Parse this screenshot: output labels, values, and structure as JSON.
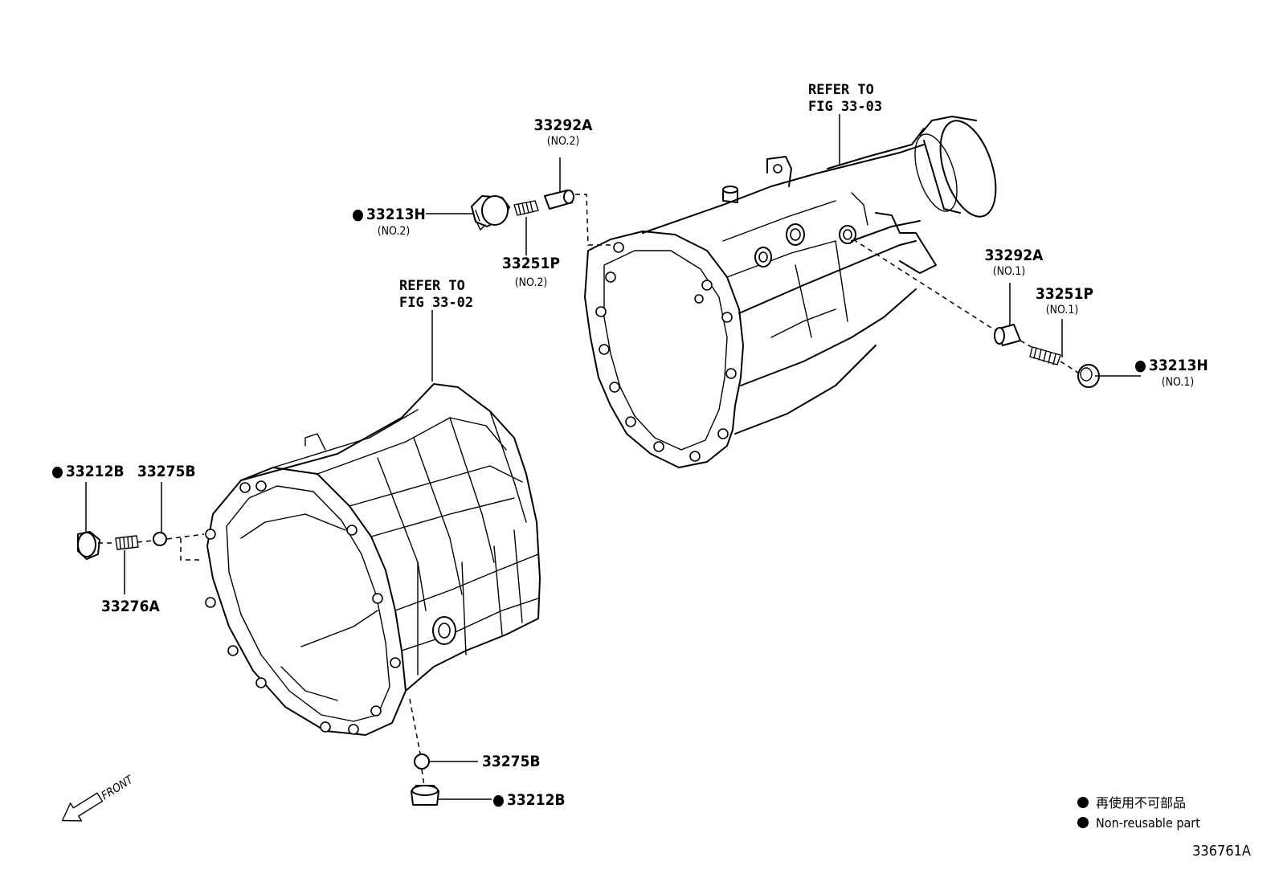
{
  "labels": {
    "p33292a_no2": {
      "part": "33292A",
      "sub": "(NO.2)"
    },
    "p33213h_no2": {
      "part": "33213H",
      "sub": "(NO.2)",
      "nonreusable": true
    },
    "p33251p_no2": {
      "part": "33251P",
      "sub": "(NO.2)"
    },
    "p33292a_no1": {
      "part": "33292A",
      "sub": "(NO.1)"
    },
    "p33251p_no1": {
      "part": "33251P",
      "sub": "(NO.1)"
    },
    "p33213h_no1": {
      "part": "33213H",
      "sub": "(NO.1)",
      "nonreusable": true
    },
    "p33212b_left": {
      "part": "33212B",
      "nonreusable": true
    },
    "p33275b_left": {
      "part": "33275B"
    },
    "p33276a": {
      "part": "33276A"
    },
    "p33275b_bottom": {
      "part": "33275B"
    },
    "p33212b_bottom": {
      "part": "33212B",
      "nonreusable": true
    }
  },
  "refers": {
    "fig_33_03": {
      "line1": "REFER TO",
      "line2": "FIG 33-03"
    },
    "fig_33_02": {
      "line1": "REFER TO",
      "line2": "FIG 33-02"
    }
  },
  "front_label": "FRONT",
  "legend": {
    "jp": "再使用不可部品",
    "en": "Non-reusable part"
  },
  "figure_id": "336761A",
  "bullet_symbol": "●"
}
